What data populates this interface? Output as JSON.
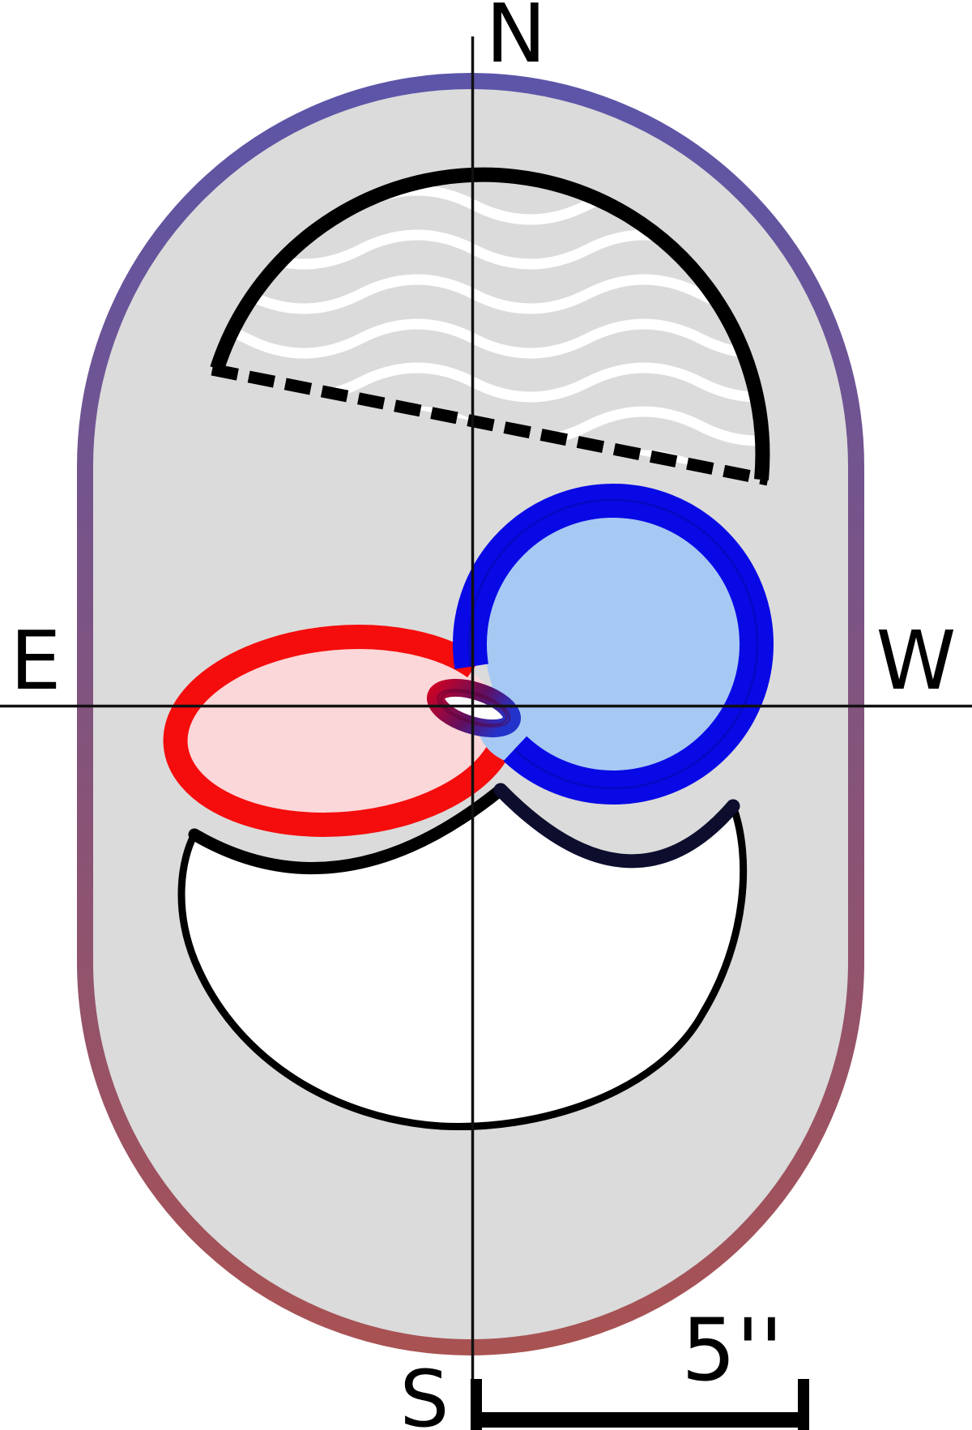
{
  "figure": {
    "title": "schematic sky-plane diagram with compass directions and angular scale bar",
    "compass": {
      "north": "N",
      "east": "E",
      "south": "S",
      "west": "W"
    },
    "scale_bar": {
      "label": "5''"
    },
    "colors": {
      "background": "#ffffff",
      "capsule_fill": "#dbdbdb",
      "border_top": "#5b55a9",
      "border_bottom": "#a95252",
      "outline_black": "#000000",
      "navy_arc": "#0d0d2e",
      "blue_ring": "#0909e6",
      "blue_fill": "#a6c9f3",
      "blue_inner_line": "#000a96",
      "red_ring": "#f50c0c",
      "red_fill": "#fbd7d9",
      "core_red": "#d10020",
      "core_mid": "#601060",
      "core_blue": "#2233cc",
      "core_hole": "#ffffff",
      "wave_color": "#ffffff",
      "axis_color": "#111111",
      "label_color": "#000000",
      "blob_fill": "#ffffff"
    }
  }
}
